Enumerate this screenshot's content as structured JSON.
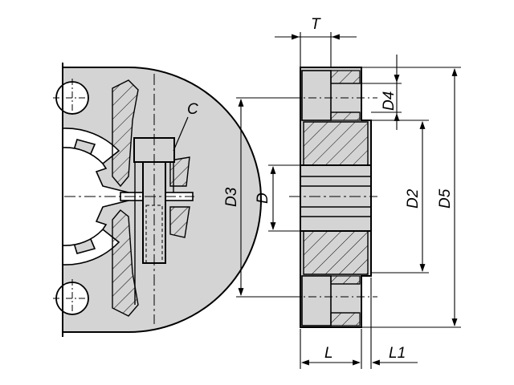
{
  "labels": {
    "C": "C",
    "T": "T",
    "D4": "D4",
    "D3": "D3",
    "D": "D",
    "D2": "D2",
    "D5": "D5",
    "L": "L",
    "L1": "L1"
  },
  "colors": {
    "part_fill": "#d4d4d4",
    "outline": "#000000",
    "background": "#ffffff"
  }
}
